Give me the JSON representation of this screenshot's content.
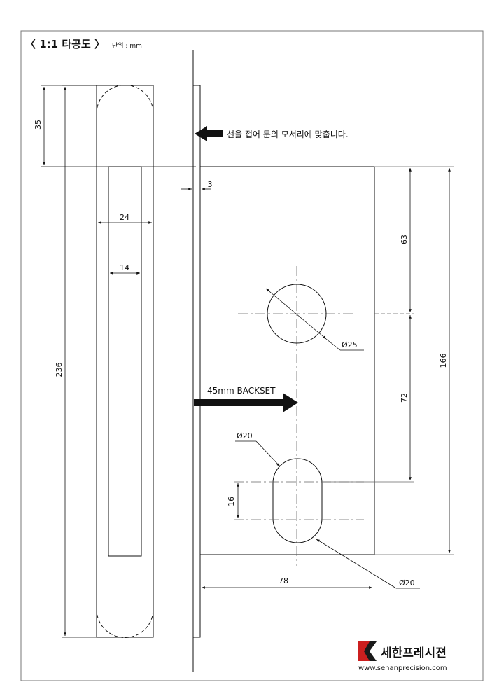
{
  "header": {
    "title": "〈 1:1 타공도 〉",
    "unit": "단위 : mm"
  },
  "dimensions": {
    "top_offset": "35",
    "overall_height": "236",
    "faceplate_width": "24",
    "cutout_width": "14",
    "plate_thickness": "3",
    "spindle_drop": "63",
    "cylinder_drop": "72",
    "case_height": "166",
    "cylinder_slot_height": "16",
    "case_width": "78",
    "spindle_hole": "Ø25",
    "cylinder_radius_label": "Ø20",
    "cylinder_bottom_label": "Ø20"
  },
  "notes": {
    "fold_instruction": "선을 접어 문의 모서리에 맞춥니다.",
    "backset": "45mm BACKSET"
  },
  "brand": {
    "name": "세한프레시젼",
    "website": "www.sehanprecision.com",
    "logo_colors": [
      "#cc1f1f",
      "#1a1a1a"
    ]
  }
}
